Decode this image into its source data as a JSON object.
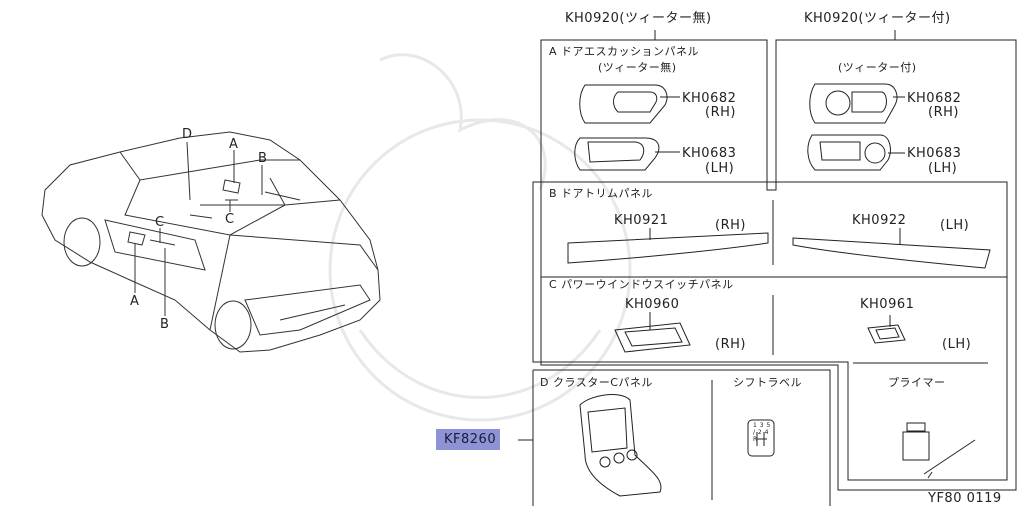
{
  "top_labels": {
    "left": "KH0920(ツィーター無)",
    "right": "KH0920(ツィーター付)"
  },
  "section_a": {
    "title": "A ドアエスカッションパネル",
    "subtitle": "(ツィーター無)",
    "right_subtitle": "(ツィーター付)"
  },
  "parts_a": {
    "kh0682": "KH0682",
    "rh": "(RH)",
    "kh0683": "KH0683",
    "lh": "(LH)"
  },
  "section_b": {
    "title": "B ドアトリムパネル",
    "part_rh": "KH0921",
    "rh": "(RH)",
    "part_lh": "KH0922",
    "lh": "(LH)"
  },
  "section_c": {
    "title": "C パワーウインドウスイッチパネル",
    "part_rh": "KH0960",
    "rh": "(RH)",
    "part_lh": "KH0961",
    "lh": "(LH)"
  },
  "section_d": {
    "title": "D クラスターCパネル",
    "shift_title": "シフトラベル",
    "primer_title": "プライマー",
    "shift_digits": "1 3 5 / 2 4 R"
  },
  "callout": {
    "part": "KF8260"
  },
  "car_labels": {
    "a": "A",
    "b": "B",
    "c": "C",
    "d": "D"
  },
  "figure_id": "YF80 0119"
}
